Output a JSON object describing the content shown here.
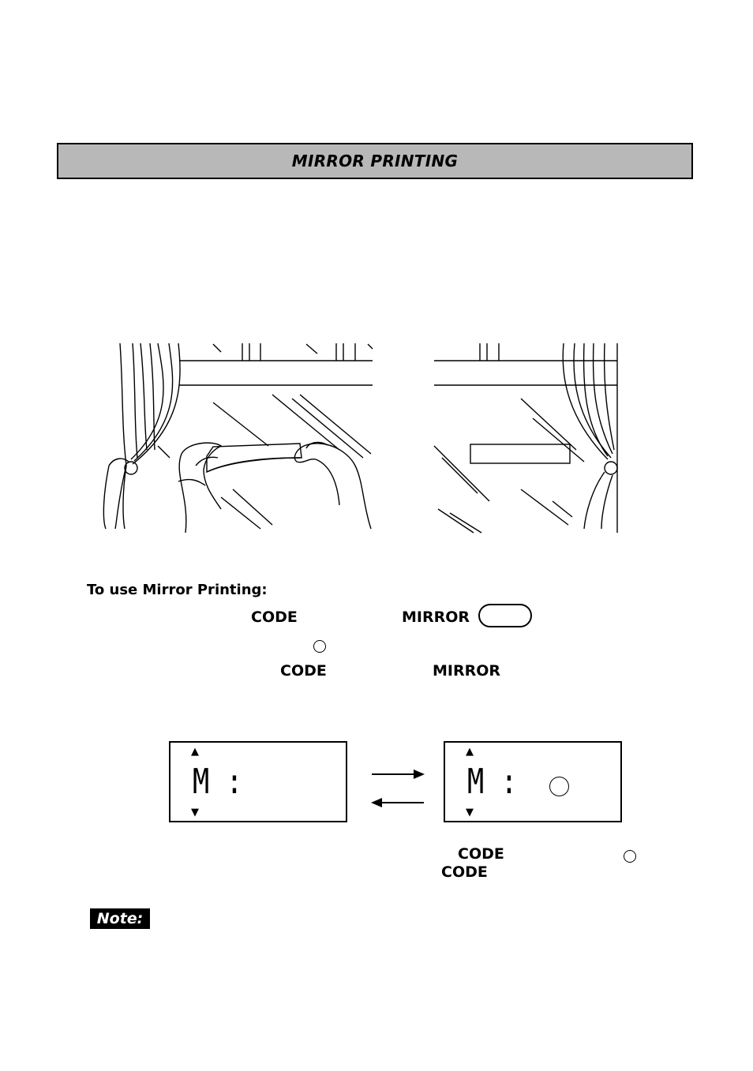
{
  "section": {
    "title": "MIRROR PRINTING"
  },
  "instructions": {
    "heading": "To use Mirror Printing:",
    "step1_key1": "CODE",
    "step1_key2": "MIRROR",
    "step2_key1": "CODE",
    "step2_key2": "MIRROR"
  },
  "display": {
    "left_text": "M :",
    "right_text": "M :"
  },
  "caption": {
    "key1": "CODE",
    "key2": "CODE"
  },
  "note": {
    "label": "Note:"
  }
}
